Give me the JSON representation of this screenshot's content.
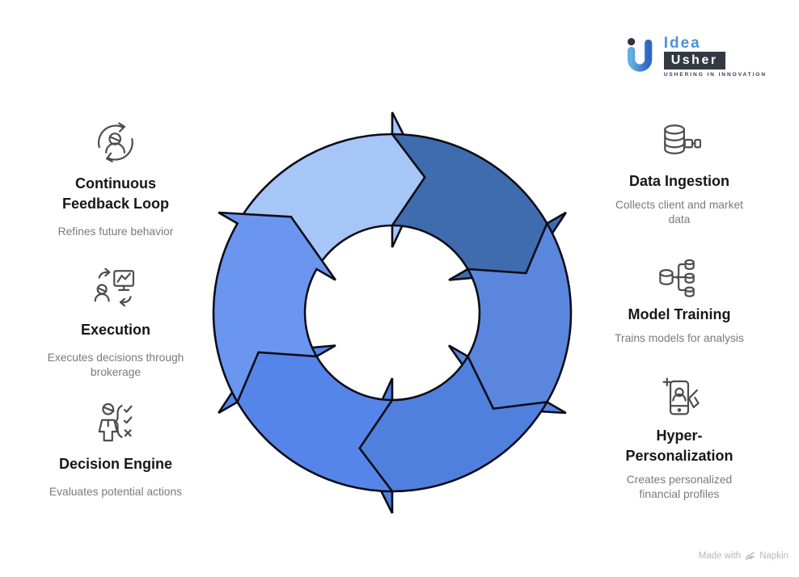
{
  "logo": {
    "brand_top": "Idea",
    "brand_bottom": "Usher",
    "tagline": "USHERING IN INNOVATION",
    "mark_dot_color": "#2e3540",
    "mark_gradient_start": "#62aee4",
    "mark_gradient_end": "#2f66c8"
  },
  "cycle": {
    "outline_color": "#0d0d18",
    "inner_circle_color": "#ffffff",
    "segments": [
      {
        "name": "top-left",
        "start_angle": 210,
        "color": "#a6c6f7"
      },
      {
        "name": "top-right",
        "start_angle": 270,
        "color": "#3f6cae"
      },
      {
        "name": "right",
        "start_angle": 330,
        "color": "#5b86de"
      },
      {
        "name": "bottom-right",
        "start_angle": 30,
        "color": "#5080dd"
      },
      {
        "name": "bottom-left",
        "start_angle": 90,
        "color": "#5685e9"
      },
      {
        "name": "left",
        "start_angle": 150,
        "color": "#6b96ef"
      }
    ]
  },
  "left_items": [
    {
      "icon": "continuous-feedback-loop-icon",
      "title": "Continuous Feedback Loop",
      "subtitle": "Refines future behavior"
    },
    {
      "icon": "execution-icon",
      "title": "Execution",
      "subtitle": "Executes decisions through brokerage"
    },
    {
      "icon": "decision-engine-icon",
      "title": "Decision Engine",
      "subtitle": "Evaluates potential actions"
    }
  ],
  "right_items": [
    {
      "icon": "data-ingestion-icon",
      "title": "Data Ingestion",
      "subtitle": "Collects client and market data"
    },
    {
      "icon": "model-training-icon",
      "title": "Model Training",
      "subtitle": "Trains models for analysis"
    },
    {
      "icon": "hyper-personalization-icon",
      "title": "Hyper-Personalization",
      "subtitle": "Creates personalized financial profiles"
    }
  ],
  "footer": {
    "made_with": "Made with",
    "brand": "Napkin"
  }
}
